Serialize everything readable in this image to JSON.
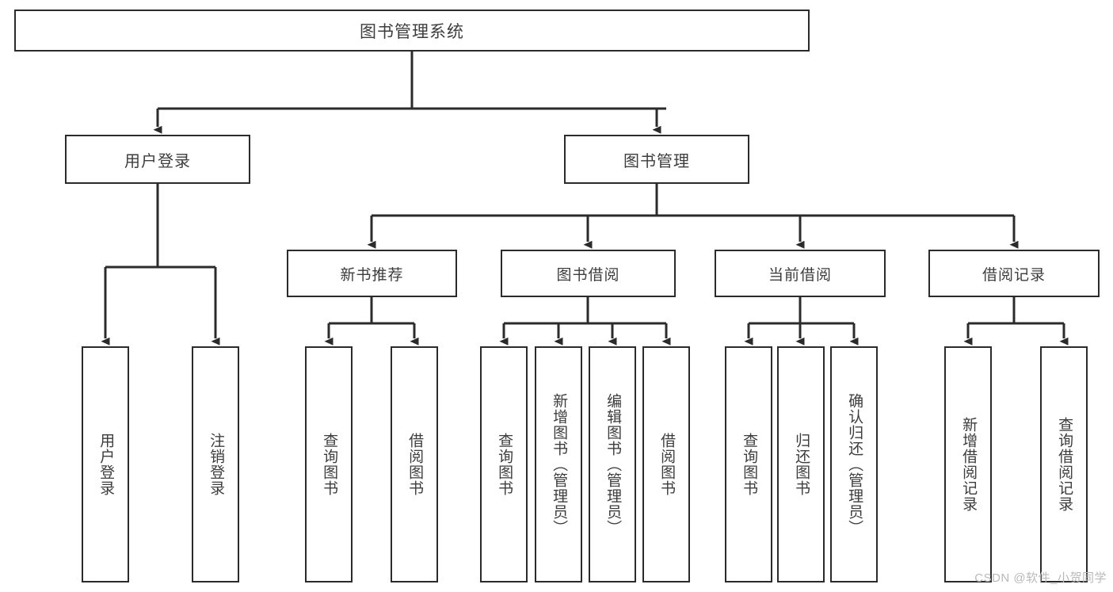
{
  "diagram": {
    "title": "图书管理系统",
    "root": {
      "label": "图书管理系统"
    },
    "level2": [
      {
        "label": "用户登录"
      },
      {
        "label": "图书管理"
      }
    ],
    "level3": [
      {
        "label": "新书推荐"
      },
      {
        "label": "图书借阅"
      },
      {
        "label": "当前借阅"
      },
      {
        "label": "借阅记录"
      }
    ],
    "leaves": [
      {
        "label": "用户登录"
      },
      {
        "label": "注销登录"
      },
      {
        "label": "查询图书"
      },
      {
        "label": "借阅图书"
      },
      {
        "label": "查询图书"
      },
      {
        "label": "新增图书（管理员）"
      },
      {
        "label": "编辑图书（管理员）"
      },
      {
        "label": "借阅图书"
      },
      {
        "label": "查询图书"
      },
      {
        "label": "归还图书"
      },
      {
        "label": "确认归还（管理员）"
      },
      {
        "label": "新增借阅记录"
      },
      {
        "label": "查询借阅记录"
      }
    ],
    "watermark": "CSDN @软件_小贺同学",
    "colors": {
      "stroke": "#2b2b2b",
      "text": "#3d3d3d",
      "background": "#ffffff",
      "watermark": "#b9b9b9"
    }
  }
}
